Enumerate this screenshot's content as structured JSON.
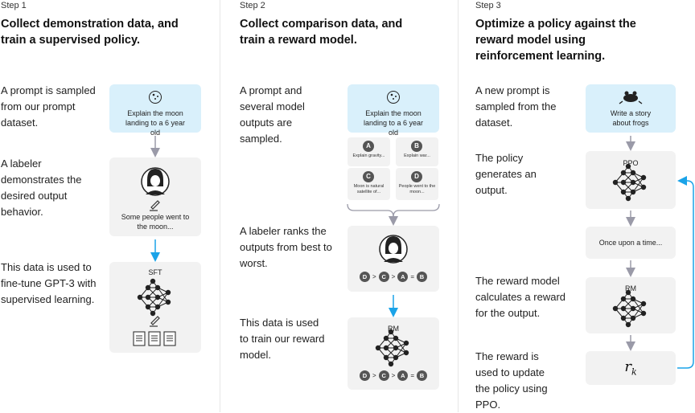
{
  "steps": [
    {
      "label": "Step 1",
      "title": "Collect demonstration data, and train a supervised policy.",
      "descriptions": [
        "A prompt is sampled from our prompt dataset.",
        "A labeler demonstrates the desired output behavior.",
        "This data is used to fine-tune GPT-3 with supervised learning."
      ],
      "prompt_box": "Explain the moon landing to a 6 year old",
      "labeler_box": "Some people went to the moon...",
      "model_label": "SFT"
    },
    {
      "label": "Step 2",
      "title": "Collect comparison data, and train a reward model.",
      "descriptions": [
        "A prompt and several model outputs are sampled.",
        "A labeler ranks the outputs from best to worst.",
        "This data is used to train our reward model."
      ],
      "prompt_box": "Explain the moon landing to a 6 year old",
      "outputs": [
        {
          "letter": "A",
          "text": "Explain gravity..."
        },
        {
          "letter": "B",
          "text": "Explain war..."
        },
        {
          "letter": "C",
          "text": "Moon is natural satellite of..."
        },
        {
          "letter": "D",
          "text": "People went to the moon..."
        }
      ],
      "ranking": {
        "a": "D",
        "op1": ">",
        "b": "C",
        "op2": ">",
        "c": "A",
        "op3": "=",
        "d": "B"
      },
      "model_label": "RM"
    },
    {
      "label": "Step 3",
      "title": "Optimize a policy against the reward model using reinforcement learning.",
      "descriptions": [
        "A new prompt is sampled from the dataset.",
        "The policy generates an output.",
        "The reward model calculates a reward for the output.",
        "The reward is used to update the policy using PPO."
      ],
      "prompt_box": "Write a story about frogs",
      "policy_label": "PPO",
      "output_box": "Once upon a time...",
      "model_label": "RM",
      "reward_symbol": "r",
      "reward_subscript": "k"
    }
  ],
  "colors": {
    "prompt_bg": "#d9f0fb",
    "box_bg": "#f2f2f2",
    "arrow_gray": "#9a9aa8",
    "arrow_blue": "#1aa3e8"
  }
}
